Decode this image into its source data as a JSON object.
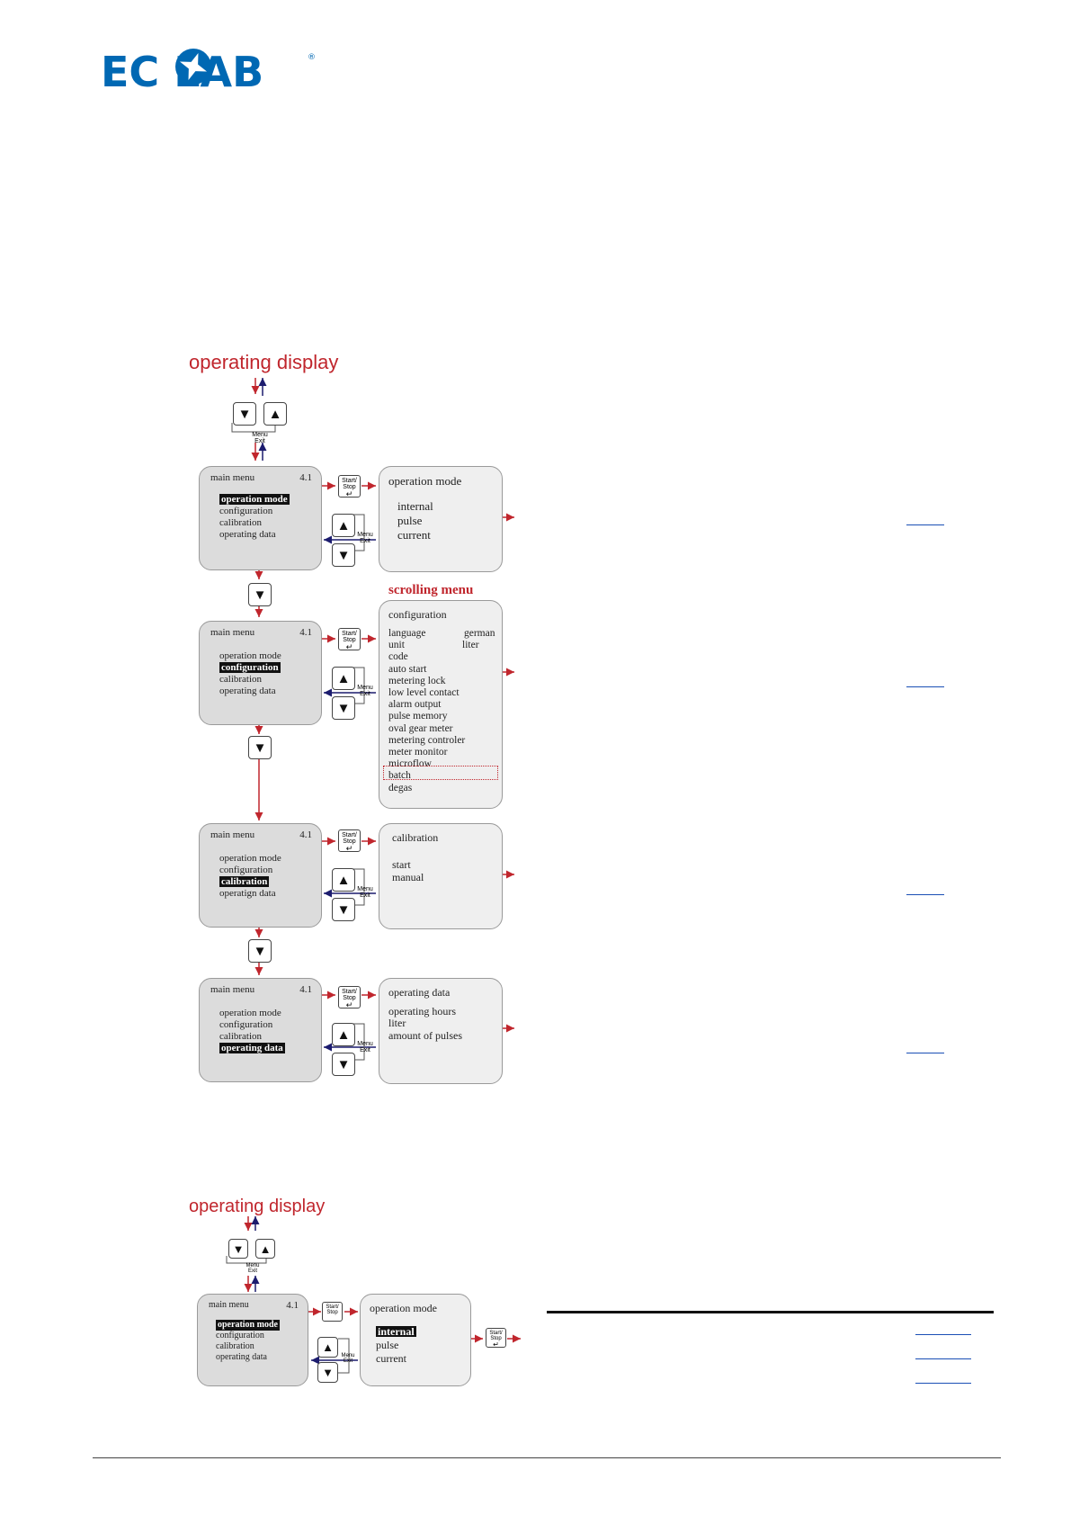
{
  "logo": {
    "text": "EC  LAB",
    "brand_color": "#0068b3"
  },
  "section1": {
    "title": "operating display",
    "menu_exit": [
      "Menu",
      "Exit"
    ],
    "start_stop": [
      "Start/",
      "Stop"
    ],
    "main_menu_header": "main menu",
    "main_menu_version": "4.1",
    "main_menus": [
      {
        "items": [
          "operation mode",
          "configuration",
          "calibration",
          "operating data"
        ],
        "selected": 0
      },
      {
        "items": [
          "operation mode",
          "configuration",
          "calibration",
          "operating data"
        ],
        "selected": 1
      },
      {
        "items": [
          "operation mode",
          "configuration",
          "calibration",
          "operatign data"
        ],
        "selected": 2
      },
      {
        "items": [
          "operation mode",
          "configuration",
          "calibration",
          "operating data"
        ],
        "selected": 3
      }
    ],
    "submenus": {
      "operation_mode": {
        "title": "operation mode",
        "items": [
          "internal",
          "pulse",
          "current"
        ]
      },
      "scrolling_menu_title": "scrolling menu",
      "configuration": {
        "title": "configuration",
        "rows": [
          {
            "label": "language",
            "value": "german"
          },
          {
            "label": "unit",
            "value": "liter"
          },
          {
            "label": "code",
            "value": ""
          },
          {
            "label": "auto start",
            "value": ""
          },
          {
            "label": "metering lock",
            "value": ""
          },
          {
            "label": "low level contact",
            "value": ""
          },
          {
            "label": "alarm output",
            "value": ""
          },
          {
            "label": "pulse memory",
            "value": ""
          },
          {
            "label": "oval gear meter",
            "value": ""
          },
          {
            "label": "metering controler",
            "value": ""
          },
          {
            "label": "meter monitor",
            "value": ""
          },
          {
            "label": "microflow",
            "value": ""
          },
          {
            "label": "batch",
            "value": ""
          },
          {
            "label": "degas",
            "value": ""
          }
        ]
      },
      "calibration": {
        "title": "calibration",
        "items": [
          "start",
          "manual"
        ]
      },
      "operating_data": {
        "title": "operating data",
        "items": [
          "operating hours",
          "liter",
          "amount of pulses"
        ]
      }
    }
  },
  "section2": {
    "title": "operating display",
    "main_menu_header": "main menu",
    "main_menu_version": "4.1",
    "main_menu_items": [
      "operation mode",
      "configuration",
      "calibration",
      "operating data"
    ],
    "main_menu_selected": 0,
    "submenu_title": "operation mode",
    "submenu_items": [
      "internal",
      "pulse",
      "current"
    ],
    "submenu_selected": 0
  },
  "colors": {
    "accent_red": "#c0262d",
    "arrow_blue": "#1c1c6e",
    "link_blue": "#1a4fb5"
  }
}
